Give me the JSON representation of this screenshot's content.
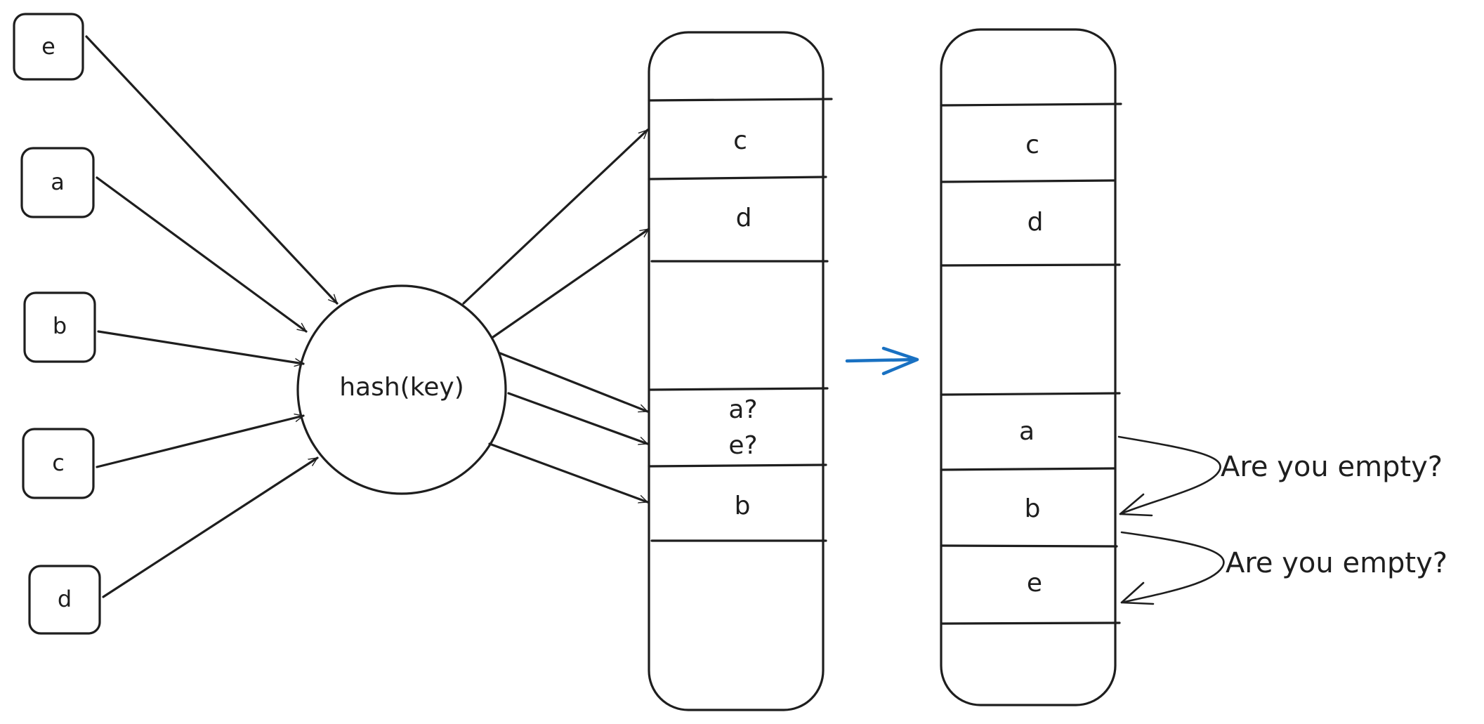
{
  "colors": {
    "ink": "#1e1e1e",
    "arrow_accent": "#1971c2",
    "background": "#ffffff"
  },
  "input_keys": [
    "e",
    "a",
    "b",
    "c",
    "d"
  ],
  "hash_function": {
    "label": "hash(key)"
  },
  "table_before": {
    "slots": [
      {
        "lines": [
          "c"
        ]
      },
      {
        "lines": [
          "d"
        ]
      },
      {
        "lines": []
      },
      {
        "lines": [
          "a?",
          "e?"
        ]
      },
      {
        "lines": [
          "b"
        ]
      }
    ]
  },
  "table_after": {
    "slots": [
      {
        "lines": [
          "c"
        ]
      },
      {
        "lines": [
          "d"
        ]
      },
      {
        "lines": []
      },
      {
        "lines": [
          "a"
        ]
      },
      {
        "lines": [
          "b"
        ]
      },
      {
        "lines": [
          "e"
        ]
      }
    ]
  },
  "probe_annotations": [
    {
      "label": "Are you empty?"
    },
    {
      "label": "Are you empty?"
    }
  ]
}
